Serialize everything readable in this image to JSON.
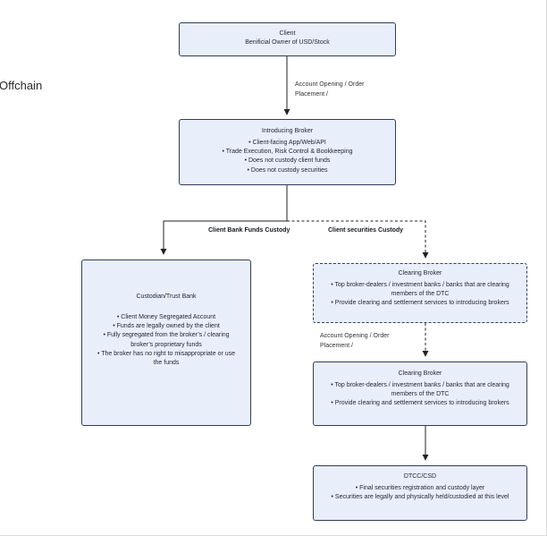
{
  "offchain_label": "Offchain",
  "edges": {
    "client_to_introducing_label": "Account Opening / Order Placement /",
    "funds_branch_label": "Client Bank Funds Custody",
    "securities_branch_label": "Client securities Custody",
    "clearing_to_clearing_label": "Account Opening / Order Placement /"
  },
  "boxes": {
    "client": {
      "title": "Client",
      "line2": "Benificial Owner of USD/Stock"
    },
    "introducing_broker": {
      "title": "Introducing Broker",
      "bullets": [
        "Client-facing App/Web/API",
        "Trade Execution, Risk Control & Bookkeeping",
        "Does not custody client funds",
        "Does not custody securities"
      ]
    },
    "custodian_bank": {
      "title": "Custodian/Trust Bank",
      "bullets": [
        "Client Money Segregated Account",
        "Funds are legally owned by the client",
        "Fully segregated from the broker’s / clearing broker’s proprietary funds",
        "The broker has no right to misappropriate or use the funds"
      ]
    },
    "clearing_broker_upper": {
      "title": "Clearing Broker",
      "bullets": [
        "Top broker-dealers / investment banks / banks that are clearing members of the DTC",
        "Provide clearing and settlement services to introducing brokers"
      ]
    },
    "clearing_broker_lower": {
      "title": "Clearing Broker",
      "bullets": [
        "Top broker-dealers / investment banks / banks that are clearing members of the DTC",
        "Provide clearing and settlement services to introducing brokers"
      ]
    },
    "dtcc_csd": {
      "title": "DTCC/CSD",
      "bullets": [
        "Final securities registration and custody layer",
        "Securities are legally and physically held/custodied at this level"
      ]
    }
  },
  "colors": {
    "box_fill": "#e9eefb",
    "box_border": "#2f3e5c",
    "arrow": "#222222"
  }
}
